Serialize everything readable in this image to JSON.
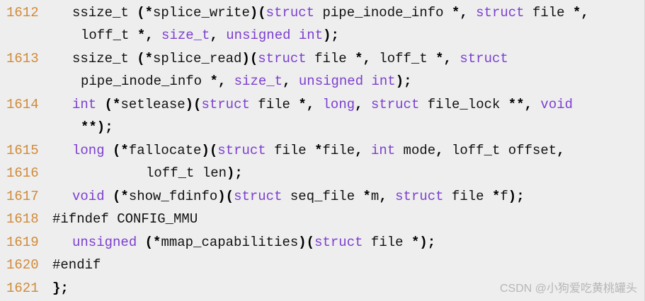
{
  "code": {
    "colors": {
      "background": "#eeeeee",
      "line_number": "#d08a39",
      "keyword": "#7c3fd0",
      "operator": "#000000",
      "text": "#111111"
    },
    "lines": [
      {
        "number": "1612",
        "segments": [
          {
            "t": "ssize_t ",
            "k": "plain"
          },
          {
            "t": "(*",
            "k": "op"
          },
          {
            "t": "splice_write",
            "k": "plain"
          },
          {
            "t": ")(",
            "k": "op"
          },
          {
            "t": "struct",
            "k": "keyword"
          },
          {
            "t": " pipe_inode_info ",
            "k": "plain"
          },
          {
            "t": "*,",
            "k": "op"
          },
          {
            "t": " ",
            "k": "plain"
          },
          {
            "t": "struct",
            "k": "keyword"
          },
          {
            "t": " file ",
            "k": "plain"
          },
          {
            "t": "*,",
            "k": "op"
          }
        ]
      },
      {
        "number": "",
        "segments": [
          {
            "t": "loff_t ",
            "k": "plain"
          },
          {
            "t": "*,",
            "k": "op"
          },
          {
            "t": " ",
            "k": "plain"
          },
          {
            "t": "size_t",
            "k": "keyword"
          },
          {
            "t": ",",
            "k": "op"
          },
          {
            "t": " ",
            "k": "plain"
          },
          {
            "t": "unsigned int",
            "k": "keyword"
          },
          {
            "t": ");",
            "k": "op"
          }
        ]
      },
      {
        "number": "1613",
        "segments": [
          {
            "t": "ssize_t ",
            "k": "plain"
          },
          {
            "t": "(*",
            "k": "op"
          },
          {
            "t": "splice_read",
            "k": "plain"
          },
          {
            "t": ")(",
            "k": "op"
          },
          {
            "t": "struct",
            "k": "keyword"
          },
          {
            "t": " file ",
            "k": "plain"
          },
          {
            "t": "*,",
            "k": "op"
          },
          {
            "t": " loff_t ",
            "k": "plain"
          },
          {
            "t": "*,",
            "k": "op"
          },
          {
            "t": " ",
            "k": "plain"
          },
          {
            "t": "struct",
            "k": "keyword"
          }
        ]
      },
      {
        "number": "",
        "segments": [
          {
            "t": "pipe_inode_info ",
            "k": "plain"
          },
          {
            "t": "*,",
            "k": "op"
          },
          {
            "t": " ",
            "k": "plain"
          },
          {
            "t": "size_t",
            "k": "keyword"
          },
          {
            "t": ",",
            "k": "op"
          },
          {
            "t": " ",
            "k": "plain"
          },
          {
            "t": "unsigned int",
            "k": "keyword"
          },
          {
            "t": ");",
            "k": "op"
          }
        ]
      },
      {
        "number": "1614",
        "segments": [
          {
            "t": "int",
            "k": "keyword"
          },
          {
            "t": " ",
            "k": "plain"
          },
          {
            "t": "(*",
            "k": "op"
          },
          {
            "t": "setlease",
            "k": "plain"
          },
          {
            "t": ")(",
            "k": "op"
          },
          {
            "t": "struct",
            "k": "keyword"
          },
          {
            "t": " file ",
            "k": "plain"
          },
          {
            "t": "*,",
            "k": "op"
          },
          {
            "t": " ",
            "k": "plain"
          },
          {
            "t": "long",
            "k": "keyword"
          },
          {
            "t": ",",
            "k": "op"
          },
          {
            "t": " ",
            "k": "plain"
          },
          {
            "t": "struct",
            "k": "keyword"
          },
          {
            "t": " file_lock ",
            "k": "plain"
          },
          {
            "t": "**,",
            "k": "op"
          },
          {
            "t": " ",
            "k": "plain"
          },
          {
            "t": "void",
            "k": "keyword"
          }
        ]
      },
      {
        "number": "",
        "segments": [
          {
            "t": "**);",
            "k": "op"
          }
        ]
      },
      {
        "number": "1615",
        "segments": [
          {
            "t": "long",
            "k": "keyword"
          },
          {
            "t": " ",
            "k": "plain"
          },
          {
            "t": "(*",
            "k": "op"
          },
          {
            "t": "fallocate",
            "k": "plain"
          },
          {
            "t": ")(",
            "k": "op"
          },
          {
            "t": "struct",
            "k": "keyword"
          },
          {
            "t": " file ",
            "k": "plain"
          },
          {
            "t": "*",
            "k": "op"
          },
          {
            "t": "file",
            "k": "plain"
          },
          {
            "t": ",",
            "k": "op"
          },
          {
            "t": " ",
            "k": "plain"
          },
          {
            "t": "int",
            "k": "keyword"
          },
          {
            "t": " mode",
            "k": "plain"
          },
          {
            "t": ",",
            "k": "op"
          },
          {
            "t": " loff_t offset",
            "k": "plain"
          },
          {
            "t": ",",
            "k": "op"
          }
        ]
      },
      {
        "number": "1616",
        "segments": [
          {
            "t": "loff_t len",
            "k": "plain"
          },
          {
            "t": ");",
            "k": "op"
          }
        ]
      },
      {
        "number": "1617",
        "segments": [
          {
            "t": "void",
            "k": "keyword"
          },
          {
            "t": " ",
            "k": "plain"
          },
          {
            "t": "(*",
            "k": "op"
          },
          {
            "t": "show_fdinfo",
            "k": "plain"
          },
          {
            "t": ")(",
            "k": "op"
          },
          {
            "t": "struct",
            "k": "keyword"
          },
          {
            "t": " seq_file ",
            "k": "plain"
          },
          {
            "t": "*",
            "k": "op"
          },
          {
            "t": "m",
            "k": "plain"
          },
          {
            "t": ",",
            "k": "op"
          },
          {
            "t": " ",
            "k": "plain"
          },
          {
            "t": "struct",
            "k": "keyword"
          },
          {
            "t": " file ",
            "k": "plain"
          },
          {
            "t": "*",
            "k": "op"
          },
          {
            "t": "f",
            "k": "plain"
          },
          {
            "t": ");",
            "k": "op"
          }
        ]
      },
      {
        "number": "1618",
        "segments": [
          {
            "t": "#ifndef CONFIG_MMU",
            "k": "plain"
          }
        ]
      },
      {
        "number": "1619",
        "segments": [
          {
            "t": "unsigned",
            "k": "keyword"
          },
          {
            "t": " ",
            "k": "plain"
          },
          {
            "t": "(*",
            "k": "op"
          },
          {
            "t": "mmap_capabilities",
            "k": "plain"
          },
          {
            "t": ")(",
            "k": "op"
          },
          {
            "t": "struct",
            "k": "keyword"
          },
          {
            "t": " file ",
            "k": "plain"
          },
          {
            "t": "*);",
            "k": "op"
          }
        ]
      },
      {
        "number": "1620",
        "segments": [
          {
            "t": "#endif",
            "k": "plain"
          }
        ]
      },
      {
        "number": "1621",
        "segments": [
          {
            "t": "};",
            "k": "op"
          }
        ]
      }
    ]
  },
  "watermark": {
    "text": "CSDN @小狗爱吃黄桃罐头"
  }
}
